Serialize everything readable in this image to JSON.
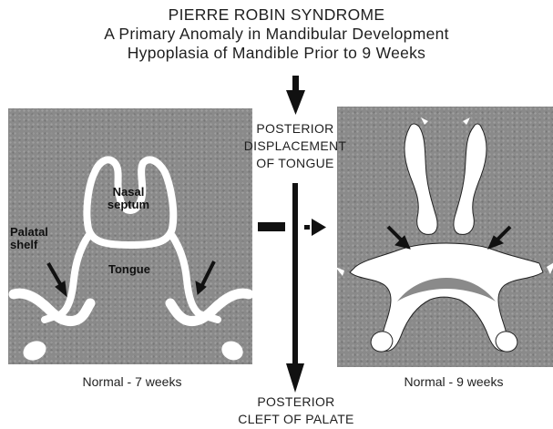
{
  "title": {
    "line1": "PIERRE ROBIN SYNDROME",
    "line2": "A Primary Anomaly in Mandibular Development",
    "line3": "Hypoplasia of Mandible Prior to 9 Weeks"
  },
  "middle": {
    "top_lines": [
      "POSTERIOR",
      "DISPLACEMENT",
      "OF TONGUE"
    ],
    "bottom_lines": [
      "POSTERIOR",
      "CLEFT OF PALATE"
    ]
  },
  "left_panel": {
    "labels": {
      "nasal_septum": [
        "Nasal",
        "septum"
      ],
      "palatal_shelf": [
        "Palatal",
        "shelf"
      ],
      "tongue": "Tongue"
    },
    "caption": "Normal - 7 weeks"
  },
  "right_panel": {
    "caption": "Normal - 9 weeks"
  },
  "colors": {
    "background": "#ffffff",
    "panel": "#8a8a8a",
    "tissue": "#ffffff",
    "ink": "#111111"
  }
}
